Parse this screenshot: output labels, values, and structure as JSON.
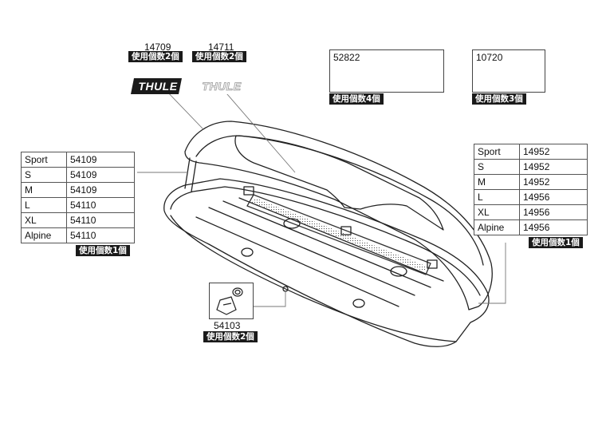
{
  "logo_parts": [
    {
      "part_no": "14709",
      "qty": "使用個数2個",
      "logo_text": "THULE"
    },
    {
      "part_no": "14711",
      "qty": "使用個数2個",
      "logo_text": "THULE"
    }
  ],
  "kit_52822": {
    "part_no": "52822",
    "qty": "使用個数4個"
  },
  "strap_10720": {
    "part_no": "10720",
    "qty": "使用個数3個"
  },
  "left_table": {
    "rows": [
      {
        "size": "Sport",
        "part": "54109"
      },
      {
        "size": "S",
        "part": "54109"
      },
      {
        "size": "M",
        "part": "54109"
      },
      {
        "size": "L",
        "part": "54110"
      },
      {
        "size": "XL",
        "part": "54110"
      },
      {
        "size": "Alpine",
        "part": "54110"
      }
    ],
    "qty": "使用個数1個"
  },
  "right_table": {
    "rows": [
      {
        "size": "Sport",
        "part": "14952"
      },
      {
        "size": "S",
        "part": "14952"
      },
      {
        "size": "M",
        "part": "14952"
      },
      {
        "size": "L",
        "part": "14956"
      },
      {
        "size": "XL",
        "part": "14956"
      },
      {
        "size": "Alpine",
        "part": "14956"
      }
    ],
    "qty": "使用個数1個"
  },
  "knob_54103": {
    "part_no": "54103",
    "qty": "使用個数2個"
  }
}
